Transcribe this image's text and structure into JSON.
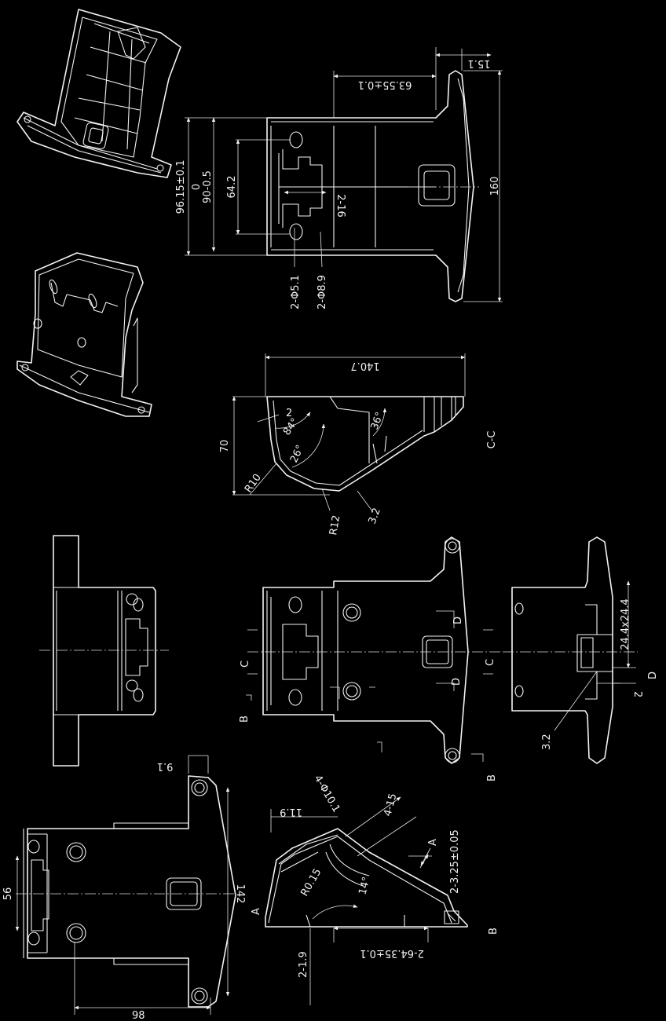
{
  "views": {
    "front": {
      "dim_width": "98",
      "dim_height": "142",
      "dim_holes": "56",
      "dim_tab": "9.1"
    },
    "side_section": {
      "dim_angle_14": "14°",
      "dim_r015": "R0.15",
      "dim_holes": "4-Φ10.1",
      "dim_slot": "4-15",
      "dim_119": "11.9",
      "dim_325": "2-3.25±0.05",
      "dim_6435": "2-64.35±0.1",
      "dim_19": "2-1.9",
      "label_a1": "A",
      "label_a2": "A",
      "label_b": "B"
    },
    "middle": {
      "label_b1": "B",
      "label_b2": "B",
      "label_c1": "C",
      "label_c2": "C",
      "label_d1": "D",
      "label_d2": "D"
    },
    "detail_d": {
      "dim_boss": "24.4x24.4",
      "dim_2": "2",
      "dim_32": "3.2",
      "label": "D"
    },
    "section_cc": {
      "dim_len": "140.7",
      "dim_h": "70",
      "dim_2": "2",
      "dim_84": "84°",
      "dim_26": "26°",
      "dim_36": "36°",
      "dim_r10": "R10",
      "dim_r12": "R12",
      "dim_32": "3.2",
      "label": "C-C"
    },
    "top": {
      "dim_63": "63.55±0.1",
      "dim_151": "15.1",
      "dim_9615": "96.15±0.1",
      "dim_90": "90-0.5",
      "dim_0": "0",
      "dim_642": "64.2",
      "dim_216": "2-16",
      "dim_160": "160",
      "dim_51": "2-Φ5.1",
      "dim_89": "2-Φ8.9"
    }
  }
}
